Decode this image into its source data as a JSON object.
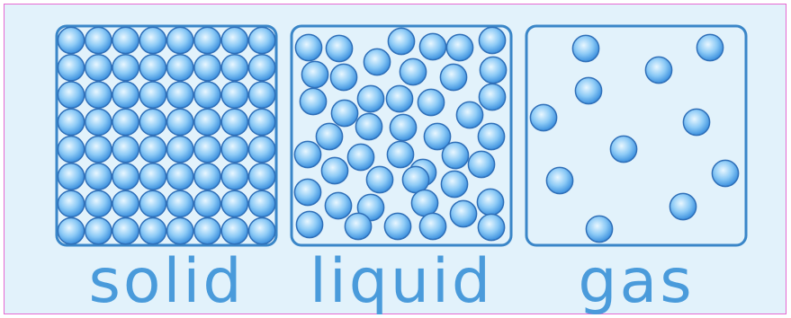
{
  "colors": {
    "background": "#e2f2fb",
    "frame_border": "#e66ad2",
    "container_border": "#3a86c8",
    "particle_light": "#e9f7ff",
    "particle_mid": "#8ccaf6",
    "particle_dark": "#3c90de",
    "particle_rim": "#2f6fb8",
    "label": "#4a9bdb"
  },
  "states": [
    {
      "id": "solid",
      "label": "solid"
    },
    {
      "id": "liquid",
      "label": "liquid"
    },
    {
      "id": "gas",
      "label": "gas"
    }
  ]
}
